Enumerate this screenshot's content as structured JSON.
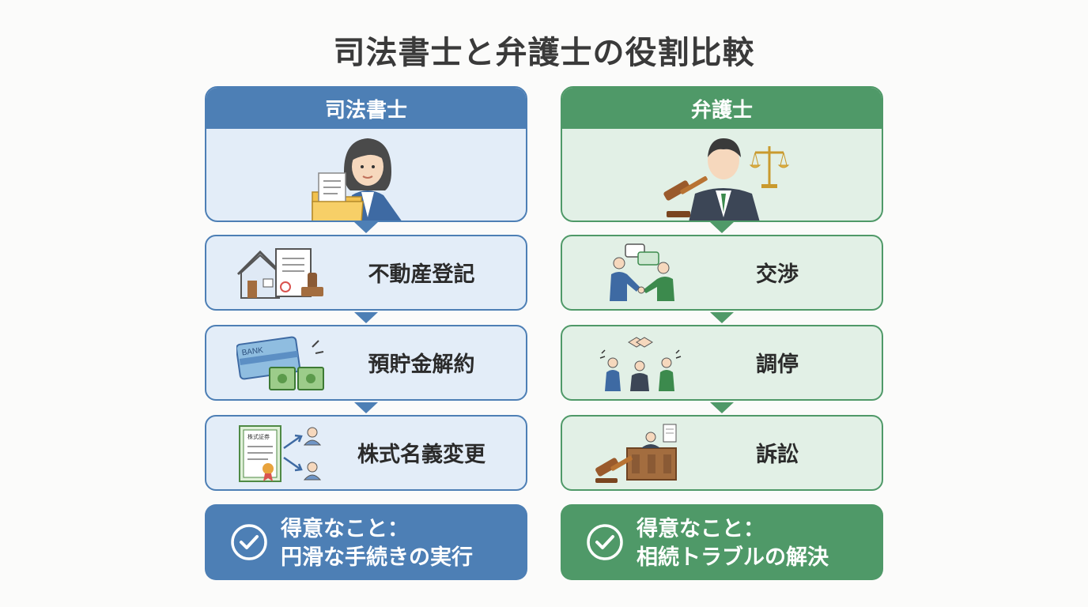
{
  "title": "司法書士と弁護士の役割比較",
  "colors": {
    "scrivener": "#4d7fb5",
    "lawyer": "#4f9968"
  },
  "left": {
    "header": "司法書士",
    "header_icon": "scrivener-woman-with-folder-icon",
    "items": [
      {
        "label": "不動産登記",
        "icon": "house-document-stamp-icon"
      },
      {
        "label": "預貯金解約",
        "icon": "bank-card-cash-icon"
      },
      {
        "label": "株式名義変更",
        "icon": "certificate-transfer-icon",
        "certificate_text": "株式証券"
      }
    ],
    "summary_line1": "得意なこと：",
    "summary_line2": "円滑な手続きの実行"
  },
  "right": {
    "header": "弁護士",
    "header_icon": "lawyer-with-gavel-scales-icon",
    "items": [
      {
        "label": "交渉",
        "icon": "handshake-negotiation-icon"
      },
      {
        "label": "調停",
        "icon": "mediation-group-icon"
      },
      {
        "label": "訴訟",
        "icon": "courtroom-gavel-icon"
      }
    ],
    "summary_line1": "得意なこと：",
    "summary_line2": "相続トラブルの解決"
  }
}
